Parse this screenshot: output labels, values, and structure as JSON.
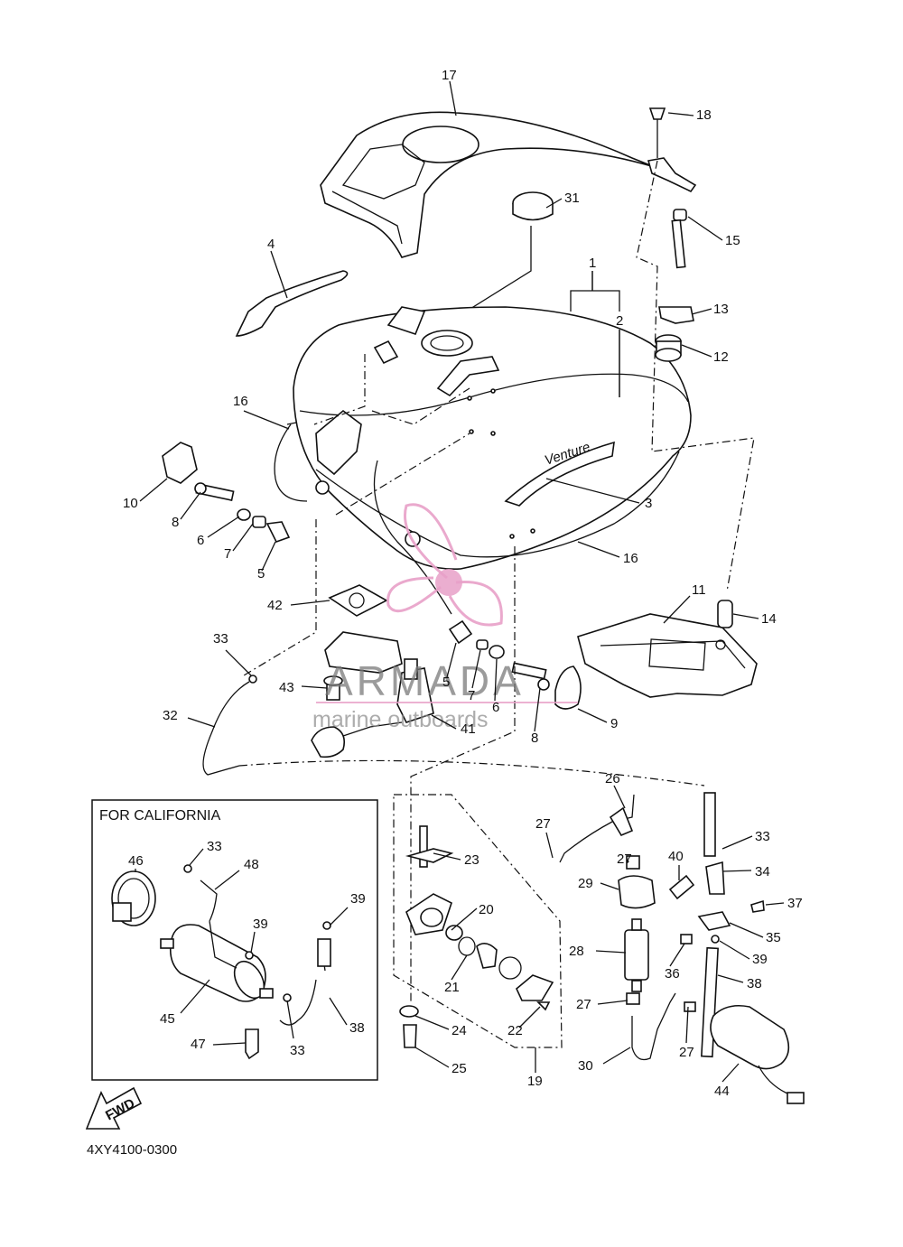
{
  "diagram": {
    "part_code": "4XY4100-0300",
    "inset_title": "FOR CALIFORNIA",
    "fwd_label": "FWD",
    "tank_logo_text": "Venture",
    "watermark": {
      "title": "ARMADA",
      "subtitle": "marine outboards",
      "color": "#e8a0c8"
    },
    "callouts": [
      "1",
      "2",
      "3",
      "4",
      "5",
      "5",
      "6",
      "6",
      "7",
      "7",
      "8",
      "8",
      "9",
      "10",
      "11",
      "12",
      "13",
      "14",
      "15",
      "16",
      "16",
      "17",
      "18",
      "19",
      "20",
      "21",
      "22",
      "23",
      "24",
      "25",
      "26",
      "27",
      "27",
      "27",
      "27",
      "28",
      "29",
      "30",
      "31",
      "32",
      "33",
      "33",
      "33",
      "33",
      "34",
      "35",
      "36",
      "37",
      "38",
      "38",
      "39",
      "39",
      "39",
      "40",
      "41",
      "42",
      "43",
      "44",
      "45",
      "46",
      "47",
      "48"
    ]
  }
}
